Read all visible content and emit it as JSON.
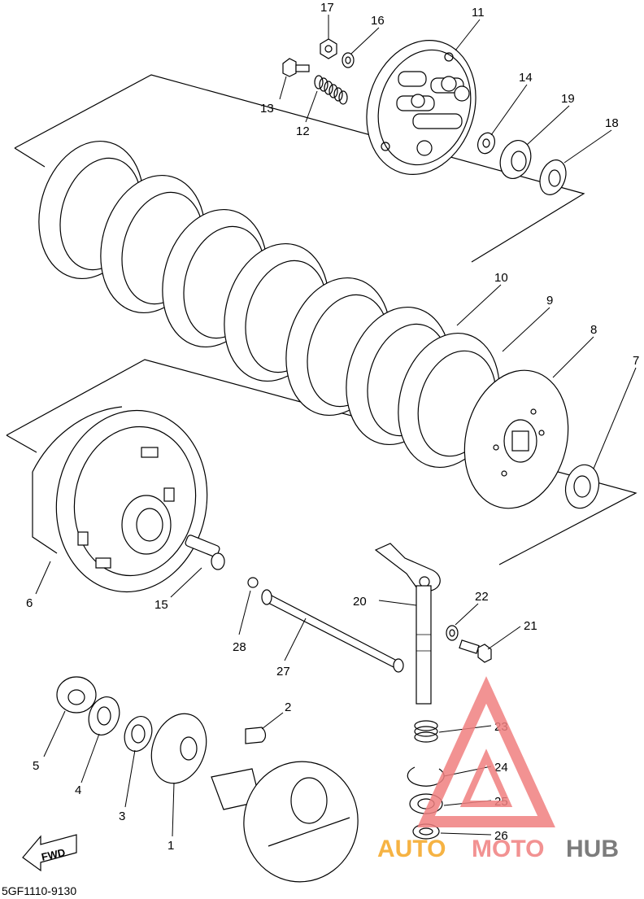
{
  "diagram": {
    "part_code": "5GF1110-9130",
    "direction_marker": "FWD",
    "labels": {
      "p1": "1",
      "p2": "2",
      "p3": "3",
      "p4": "4",
      "p5": "5",
      "p6": "6",
      "p7": "7",
      "p8": "8",
      "p9": "9",
      "p10": "10",
      "p11": "11",
      "p12": "12",
      "p13": "13",
      "p14": "14",
      "p15": "15",
      "p16": "16",
      "p17": "17",
      "p18": "18",
      "p19": "19",
      "p20": "20",
      "p21": "21",
      "p22": "22",
      "p23": "23",
      "p24": "24",
      "p25": "25",
      "p26": "26",
      "p27": "27",
      "p28": "28"
    }
  },
  "watermark": {
    "text_a": "AUTO",
    "text_b": "MOTO",
    "text_c": "HUB",
    "colors": {
      "red": "#f08080",
      "orange": "#f5a623",
      "gray": "#666666"
    }
  }
}
